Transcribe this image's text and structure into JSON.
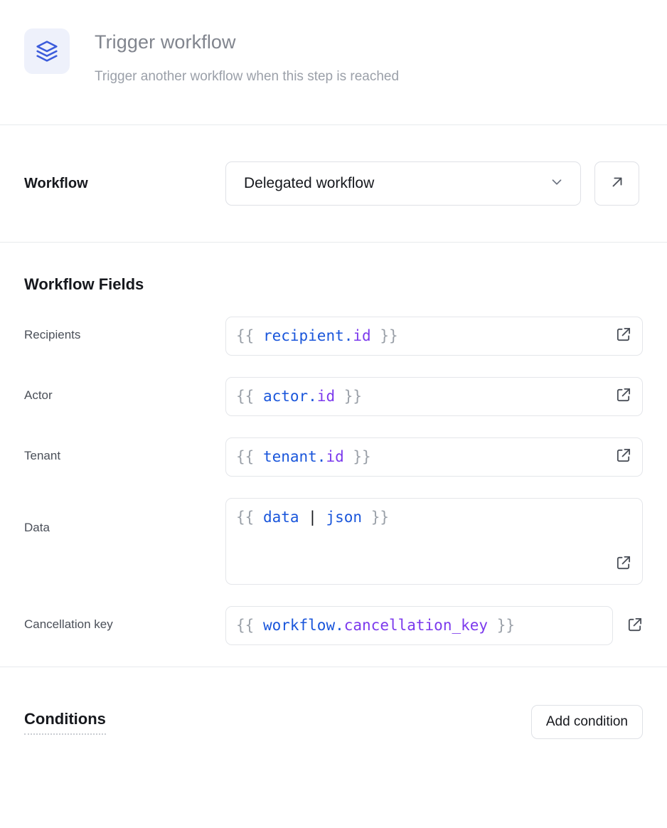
{
  "header": {
    "icon": "layers-icon",
    "title": "Trigger workflow",
    "subtitle": "Trigger another workflow when this step is reached",
    "icon_color": "#3b5bdb",
    "icon_bg": "#eef1fb"
  },
  "workflow": {
    "label": "Workflow",
    "selected": "Delegated workflow",
    "dropdown_icon": "chevron-down-icon",
    "open_icon": "arrow-up-right-icon"
  },
  "fields": {
    "heading": "Workflow Fields",
    "items": [
      {
        "label": "Recipients",
        "tokens": [
          {
            "t": "{{ ",
            "c": "punct"
          },
          {
            "t": "recipient",
            "c": "var"
          },
          {
            "t": ".",
            "c": "dot"
          },
          {
            "t": "id",
            "c": "prop"
          },
          {
            "t": " }}",
            "c": "punct"
          }
        ],
        "raw": "{{ recipient.id }}",
        "multiline": false,
        "icon": "external-link-icon",
        "icon_position": "inside"
      },
      {
        "label": "Actor",
        "tokens": [
          {
            "t": "{{ ",
            "c": "punct"
          },
          {
            "t": "actor",
            "c": "var"
          },
          {
            "t": ".",
            "c": "dot"
          },
          {
            "t": "id",
            "c": "prop"
          },
          {
            "t": " }}",
            "c": "punct"
          }
        ],
        "raw": "{{ actor.id }}",
        "multiline": false,
        "icon": "external-link-icon",
        "icon_position": "inside"
      },
      {
        "label": "Tenant",
        "tokens": [
          {
            "t": "{{ ",
            "c": "punct"
          },
          {
            "t": "tenant",
            "c": "var"
          },
          {
            "t": ".",
            "c": "dot"
          },
          {
            "t": "id",
            "c": "prop"
          },
          {
            "t": " }}",
            "c": "punct"
          }
        ],
        "raw": "{{ tenant.id }}",
        "multiline": false,
        "icon": "external-link-icon",
        "icon_position": "inside"
      },
      {
        "label": "Data",
        "tokens": [
          {
            "t": "{{ ",
            "c": "punct"
          },
          {
            "t": "data",
            "c": "var"
          },
          {
            "t": " ",
            "c": "punct"
          },
          {
            "t": "|",
            "c": "pipe"
          },
          {
            "t": " ",
            "c": "punct"
          },
          {
            "t": "json",
            "c": "var"
          },
          {
            "t": " }}",
            "c": "punct"
          }
        ],
        "raw": "{{ data | json }}",
        "multiline": true,
        "icon": "external-link-icon",
        "icon_position": "inside"
      },
      {
        "label": "Cancellation key",
        "tokens": [
          {
            "t": "{{ ",
            "c": "punct"
          },
          {
            "t": "workflow",
            "c": "var"
          },
          {
            "t": ".",
            "c": "dot"
          },
          {
            "t": "cancellation_key",
            "c": "prop"
          },
          {
            "t": " }}",
            "c": "punct"
          }
        ],
        "raw": "{{ workflow.cancellation_key }}",
        "multiline": false,
        "icon": "external-link-icon",
        "icon_position": "outside"
      }
    ]
  },
  "conditions": {
    "title": "Conditions",
    "add_label": "Add condition"
  },
  "colors": {
    "accent": "#3b5bdb",
    "variable": "#1a56db",
    "property": "#7c3aed",
    "punctuation": "#9aa0a8",
    "border": "#e4e6ea",
    "divider": "#e8eaed",
    "text": "#16181d",
    "muted": "#81858e"
  }
}
